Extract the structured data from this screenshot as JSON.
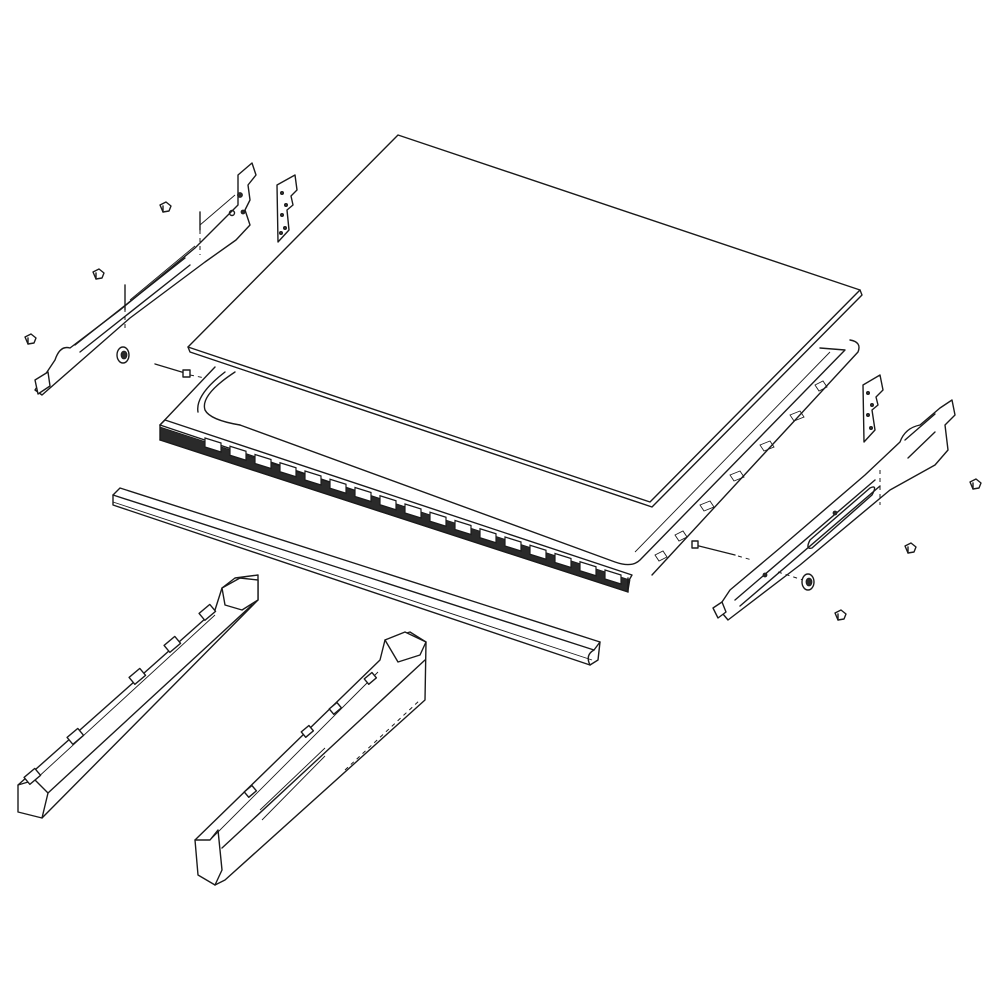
{
  "diagram": {
    "type": "exploded-view-parts-diagram",
    "background": "#ffffff",
    "line_color": "#1a1a1a",
    "parts": [
      {
        "id": "glass-panel",
        "label": "Glass panel"
      },
      {
        "id": "door-frame",
        "label": "Door frame with vented front edge"
      },
      {
        "id": "front-trim-bar",
        "label": "Front trim bar"
      },
      {
        "id": "left-slide-rail",
        "label": "Left slide rail"
      },
      {
        "id": "left-bracket-plate",
        "label": "Left bracket plate"
      },
      {
        "id": "right-slide-rail",
        "label": "Right slide rail"
      },
      {
        "id": "right-bracket-plate",
        "label": "Right bracket plate"
      },
      {
        "id": "left-lower-runner",
        "label": "Left lower runner"
      },
      {
        "id": "right-lower-runner",
        "label": "Right lower runner"
      },
      {
        "id": "screws",
        "label": "Screws",
        "count": 6
      },
      {
        "id": "pins",
        "label": "Pins",
        "count": 2
      },
      {
        "id": "grommets",
        "label": "Grommets",
        "count": 2
      }
    ],
    "vent_count": 17
  }
}
